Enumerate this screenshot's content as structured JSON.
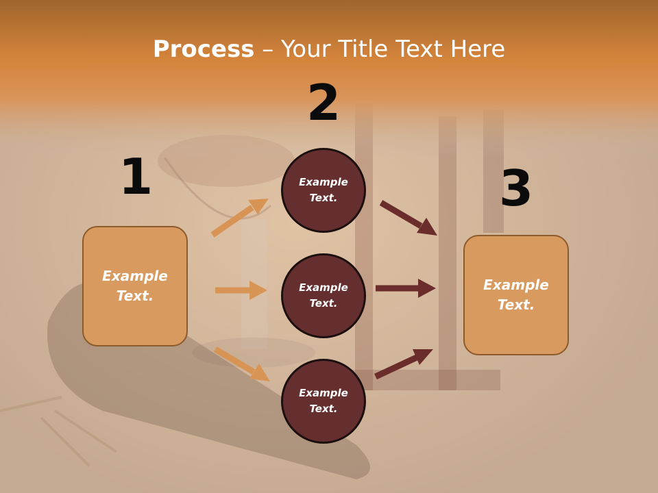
{
  "title": {
    "bold": "Process",
    "rest": " – Your Title Text Here"
  },
  "steps": [
    {
      "number": "1",
      "text": "Example\nText."
    },
    {
      "number": "2",
      "items": [
        "Example\nText.",
        "Example\nText.",
        "Example\nText."
      ]
    },
    {
      "number": "3",
      "text": "Example\nText."
    }
  ],
  "colors": {
    "header_orange": "#d4843b",
    "box_fill": "#d89a5e",
    "circle_fill": "#652f2f",
    "arrow_light": "#d89455",
    "arrow_dark": "#6b2c2c"
  }
}
